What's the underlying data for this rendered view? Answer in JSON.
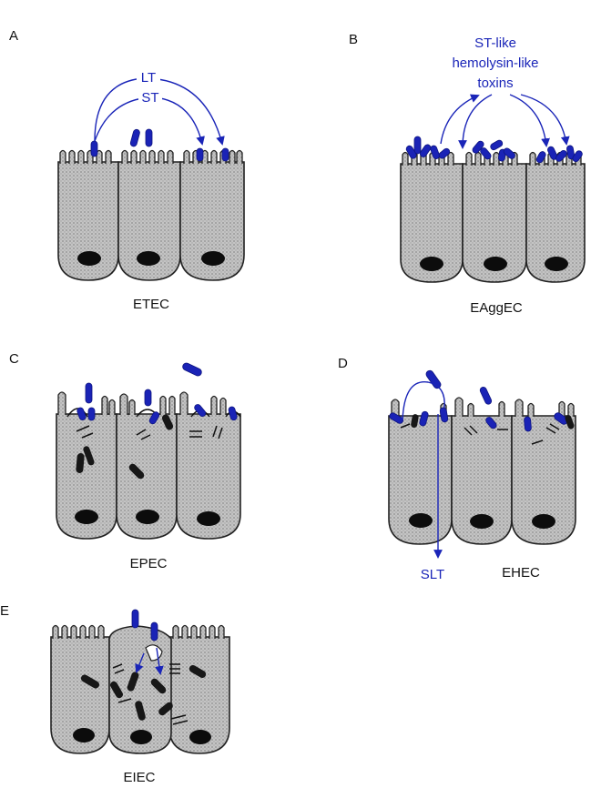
{
  "panels": [
    {
      "letter": "A",
      "caption": "ETEC",
      "toxins": [
        "LT",
        "ST"
      ]
    },
    {
      "letter": "B",
      "caption": "EAggEC",
      "toxins": [
        "ST-like",
        "hemolysin-like",
        "toxins"
      ]
    },
    {
      "letter": "C",
      "caption": "EPEC"
    },
    {
      "letter": "D",
      "caption": "EHEC",
      "toxins": [
        "SLT"
      ]
    },
    {
      "letter": "E",
      "caption": "EIEC"
    }
  ],
  "colors": {
    "bacteria": "#1a23b6",
    "toxin_arrow": "#1a25b8",
    "cell_fill": "#b9b9b9",
    "outline": "#222222"
  }
}
